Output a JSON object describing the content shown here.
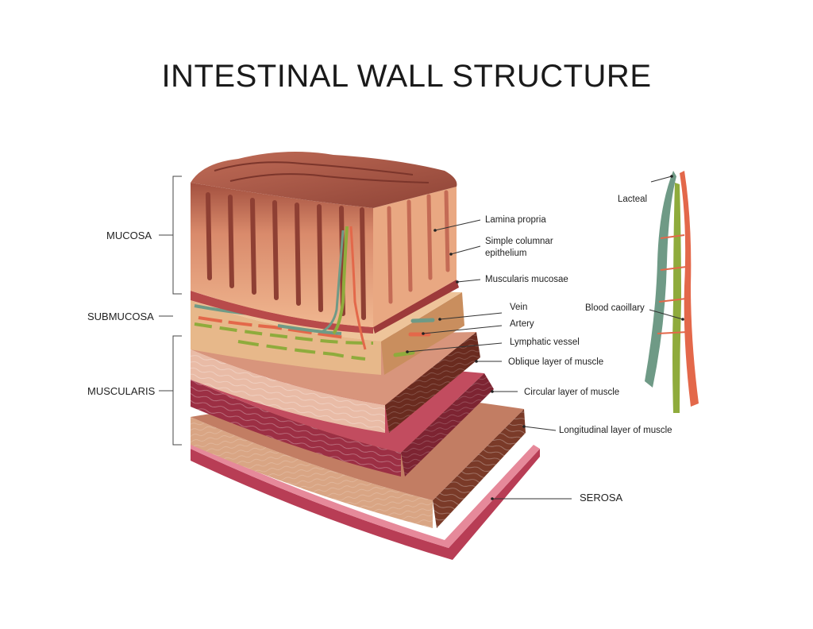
{
  "title": "INTESTINAL WALL STRUCTURE",
  "layer_groups": {
    "mucosa": "MUCOSA",
    "submucosa": "SUBMUCOSA",
    "muscularis": "MUSCULARIS"
  },
  "labels": {
    "lamina_propria": "Lamina propria",
    "simple_columnar_1": "Simple columnar",
    "simple_columnar_2": "epithelium",
    "muscularis_mucosae": "Muscularis mucosae",
    "vein": "Vein",
    "artery": "Artery",
    "lymphatic_vessel": "Lymphatic vessel",
    "oblique_layer": "Oblique layer of muscle",
    "circular_layer": "Circular layer of muscle",
    "longitudinal_layer": "Longitudinal layer of muscle",
    "serosa": "SEROSA",
    "lacteal": "Lacteal",
    "blood_capillary": "Blood caoillary"
  },
  "colors": {
    "villi_top": "#b05a48",
    "villi_body": "#e8a27c",
    "submucosa": "#d9a06a",
    "muscle_front": "#e7b9a5",
    "muscle_side": "#6e2f22",
    "circular_muscle": "#b33b4b",
    "longitudinal_muscle": "#c98c72",
    "serosa": "#c9566a",
    "vein": "#6f9a86",
    "artery": "#e3684a",
    "lymph": "#8fab3c"
  }
}
